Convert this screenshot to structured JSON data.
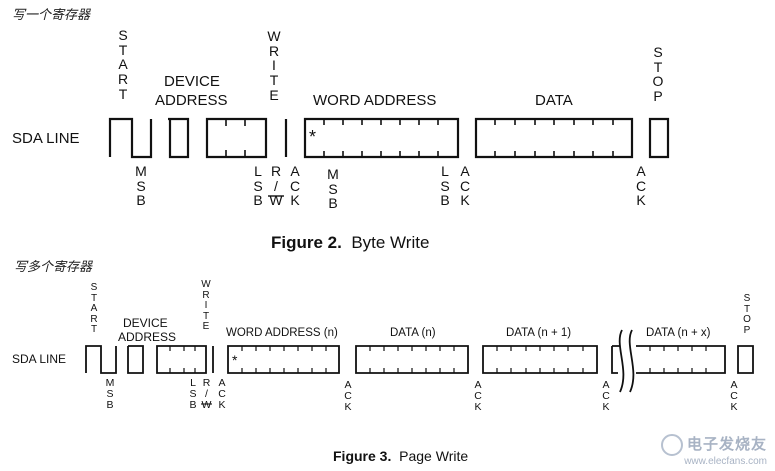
{
  "figure2": {
    "cn_title": "写一个寄存器",
    "line_label": "SDA LINE",
    "start": "START",
    "device_address": [
      "DEVICE",
      "ADDRESS"
    ],
    "write": "WRITE",
    "word_address": "WORD ADDRESS",
    "data": "DATA",
    "stop": "STOP",
    "star": "*",
    "below": {
      "msb1": "MSB",
      "lsb1": "LSB",
      "rw": [
        "R",
        "/",
        "W"
      ],
      "ack1": "ACK",
      "msb2": "MSB",
      "lsb2": "LSB",
      "ack2": "ACK",
      "ack3": "ACK"
    },
    "caption_bold": "Figure 2.",
    "caption_text": "Byte Write"
  },
  "figure3": {
    "cn_title": "写多个寄存器",
    "line_label": "SDA LINE",
    "start": "START",
    "device_address": [
      "DEVICE",
      "ADDRESS"
    ],
    "write": "WRITE",
    "word_address": "WORD ADDRESS (n)",
    "data_n": "DATA (n)",
    "data_n1": "DATA (n + 1)",
    "data_nx": "DATA (n + x)",
    "stop": "STOP",
    "star": "*",
    "below": {
      "msb": "MSB",
      "lsb": "LSB",
      "rw": [
        "R",
        "/",
        "W"
      ],
      "ack1": "ACK",
      "ack2": "ACK",
      "ack3": "ACK",
      "ack4": "ACK",
      "ack5": "ACK"
    },
    "caption_bold": "Figure 3.",
    "caption_text": "Page Write"
  },
  "watermark": {
    "name": "电子发烧友",
    "url": "www.elecfans.com"
  }
}
